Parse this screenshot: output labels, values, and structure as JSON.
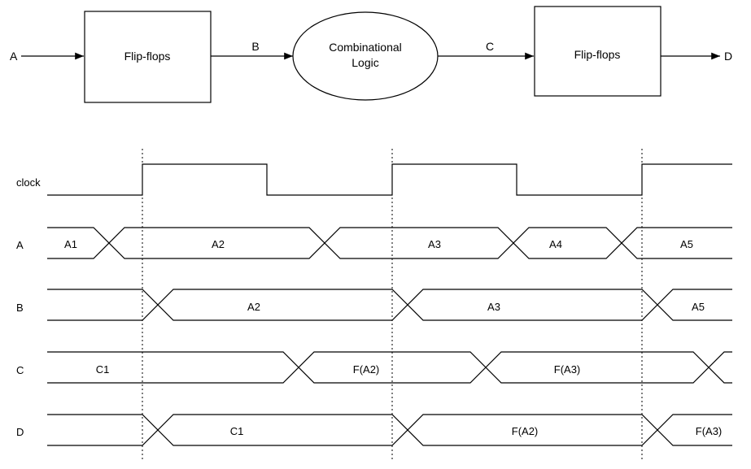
{
  "block_diagram": {
    "input_label": "A",
    "ff1_label": "Flip-flops",
    "wire_b_label": "B",
    "logic_label_line1": "Combinational",
    "logic_label_line2": "Logic",
    "wire_c_label": "C",
    "ff2_label": "Flip-flops",
    "output_label": "D"
  },
  "timing": {
    "clock_label": "clock",
    "signals": [
      {
        "name": "A",
        "values": [
          "A1",
          "A2",
          "A3",
          "A4",
          "A5"
        ]
      },
      {
        "name": "B",
        "values": [
          "A2",
          "A3",
          "A5"
        ]
      },
      {
        "name": "C",
        "values": [
          "C1",
          "F(A2)",
          "F(A3)"
        ]
      },
      {
        "name": "D",
        "values": [
          "C1",
          "F(A2)",
          "F(A3)"
        ]
      }
    ]
  }
}
